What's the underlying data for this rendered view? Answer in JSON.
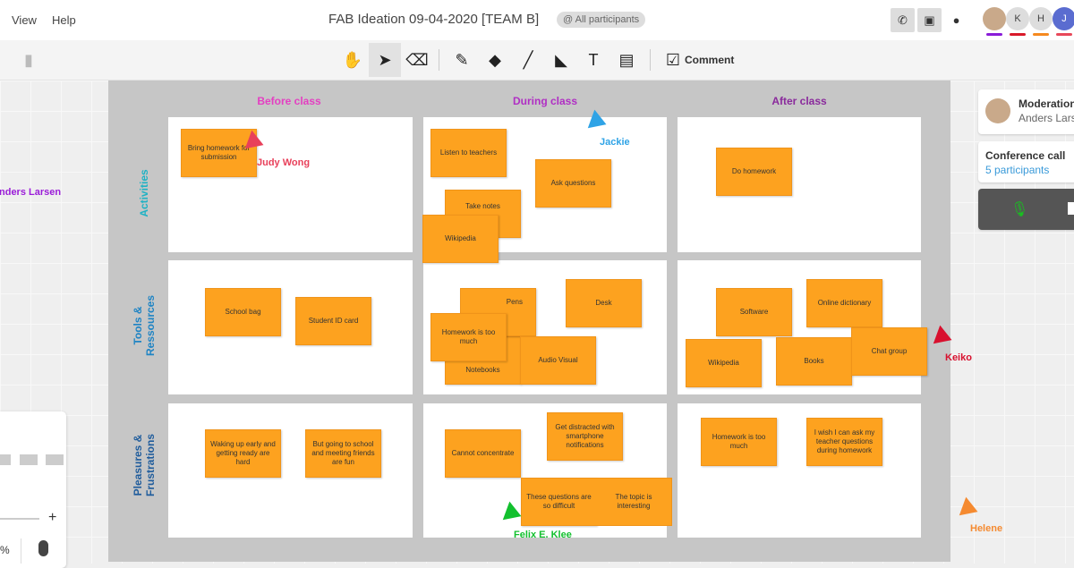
{
  "menu": {
    "view": "View",
    "help": "Help"
  },
  "header": {
    "title": "FAB Ideation 09-04-2020 [TEAM B]",
    "audience": "@ All participants"
  },
  "participants": [
    {
      "initial": "",
      "color": "#8a1cd8"
    },
    {
      "initial": "K",
      "color": "#d91a2a"
    },
    {
      "initial": "H",
      "color": "#f5891f"
    },
    {
      "initial": "J",
      "color": "#e8485a"
    }
  ],
  "toolbar": {
    "comment": "Comment"
  },
  "board": {
    "columns": [
      "Before class",
      "During class",
      "After class"
    ],
    "column_colors": [
      "#e43fc2",
      "#b02fc4",
      "#8a2a9c"
    ],
    "rows": [
      "Activities",
      "Tools &\nRessources",
      "Pleasures &\nFrustrations"
    ],
    "row_colors": [
      "#1fb2c4",
      "#1f84c4",
      "#1f5c9c"
    ]
  },
  "notes": [
    "Bring homework for submission",
    "Listen to teachers",
    "Ask questions",
    "Take notes",
    "Wikipedia",
    "Do homework",
    "School bag",
    "Student ID card",
    "Notebooks",
    "Pens",
    "Desk",
    "Homework is too much",
    "Audio Visual",
    "Software",
    "Online dictionary",
    "Wikipedia",
    "Books",
    "Chat group",
    "Waking up early and getting ready are hard",
    "But going to school and meeting friends are fun",
    "Cannot concentrate",
    "Get distracted with smartphone notifications",
    "These questions are so difficult",
    "The topic is interesting",
    "Homework is too much",
    "I wish I can ask my teacher questions during homework"
  ],
  "cursors": [
    {
      "name": "Judy Wong",
      "color": "#e8405a"
    },
    {
      "name": "Jackie",
      "color": "#2fa3e6"
    },
    {
      "name": "Keiko",
      "color": "#d8102e"
    },
    {
      "name": "Felix E. Klee",
      "color": "#12c02e"
    },
    {
      "name": "Helene",
      "color": "#f58a30"
    },
    {
      "name": "nders Larsen",
      "color": "#9a1cd8"
    }
  ],
  "sidebar": {
    "moderation_title": "Moderation",
    "moderator": "Anders Larsen",
    "call_title": "Conference call",
    "call_participants": "5 participants"
  },
  "navigator": {
    "zoom_suffix": "%",
    "plus": "+"
  }
}
